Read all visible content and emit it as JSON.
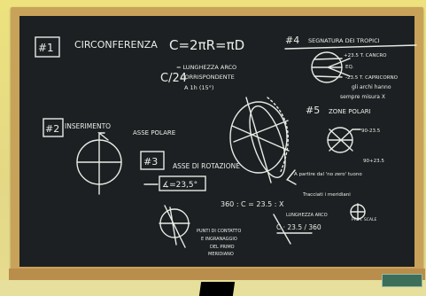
{
  "board": {
    "section1_number": "#1",
    "section1_title": "CIRCONFERENZA",
    "section1_formula": "C=2πR=πD",
    "arc_fraction": "C/24",
    "arc_note_1": "= LUNGHEZZA ARCO",
    "arc_note_2": "CORRISPONDENTE",
    "arc_note_3": "A 1h (15°)",
    "section2_number": "#2",
    "section2_title": "INSERIMENTO",
    "section2_subtitle": "ASSE POLARE",
    "section3_number": "#3",
    "section3_title": "ASSE DI ROTAZIONE",
    "section3_angle": "∡=23,5°",
    "section4_number": "#4",
    "section4_title": "SEGNATURA DEI TROPICI",
    "tropic_cancro": "+23.5 T. CANCRO",
    "equatore": "EQ.",
    "tropic_capricorno": "-23.5 T. CAPRICORNO",
    "tropic_note_1": "gli archi hanno",
    "tropic_note_2": "sempre misura X",
    "section5_number": "#5",
    "section5_title": "ZONE POLARI",
    "polar_top": "90-23.5",
    "polar_bottom": "90+23.5",
    "meridian_note_1": "A partire dal 'no zero' tuono",
    "meridian_note_2": "Tracciati i meridiani",
    "ratio_formula": "360 : C = 23.5 : X",
    "ratio_note": "LUNGHEZZA ARCO",
    "result_fraction": "C · 23.5 / 360",
    "contact_note_1": "PUNTI DI CONTATTO",
    "contact_note_2": "E INGRANAGGIO",
    "contact_note_3": "DEL PRIMO",
    "contact_note_4": "MERIDIANO",
    "small_label": "PRIM. SCALE"
  }
}
